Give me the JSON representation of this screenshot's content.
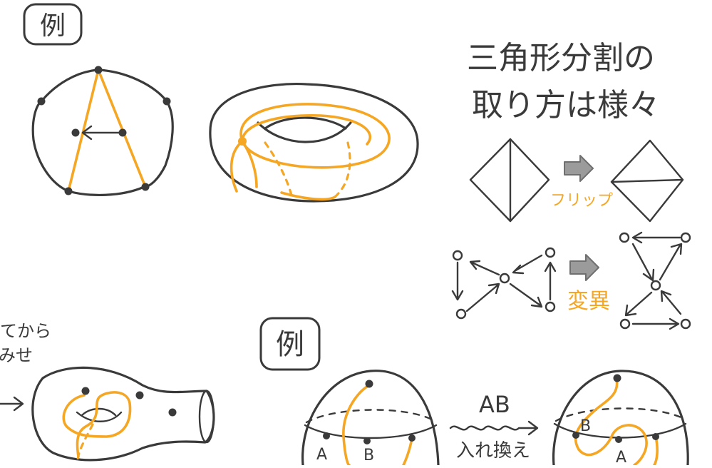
{
  "labels": {
    "example_top": "例",
    "example_bottom": "例",
    "heading_line1": "三角形分割の",
    "heading_line2": "取り方は様々",
    "flip": "フリップ",
    "mutation": "変異",
    "left_cut_line1": "てから",
    "left_cut_line2": "みせ",
    "ab": "AB",
    "swap": "入れ換え",
    "point_a_left": "A",
    "point_b_left": "B",
    "point_b_right": "B",
    "point_a_right": "A"
  },
  "colors": {
    "ink": "#3a3a3a",
    "accent": "#f5a623",
    "arrow_fill": "#9b9b9b"
  }
}
